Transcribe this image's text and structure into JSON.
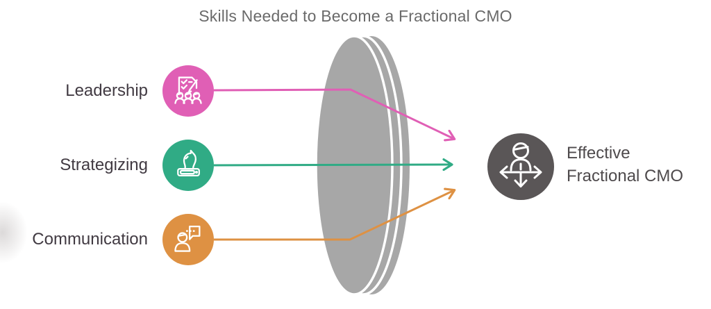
{
  "title": "Skills Needed to Become a Fractional CMO",
  "skills": [
    {
      "label": "Leadership",
      "icon": "checklist-audience-icon",
      "color": "#e05fb5"
    },
    {
      "label": "Strategizing",
      "icon": "chess-knight-icon",
      "color": "#30ab85"
    },
    {
      "label": "Communication",
      "icon": "person-chat-icon",
      "color": "#de9143"
    }
  ],
  "result": {
    "label_line1": "Effective",
    "label_line2": "Fractional CMO",
    "icon": "person-directions-icon",
    "color": "#5a5657"
  },
  "lens": {
    "color": "#a7a7a7"
  },
  "text_colors": {
    "title": "#6a6a6a",
    "skill_label": "#413a42",
    "result_label": "#4e4a4c"
  }
}
